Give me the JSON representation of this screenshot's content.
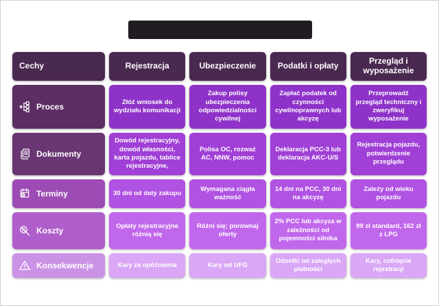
{
  "chart_data": {
    "type": "table",
    "columns": [
      "Cechy",
      "Rejestracja",
      "Ubezpieczenie",
      "Podatki i opłaty",
      "Przegląd i wyposażenie"
    ],
    "rows": [
      {
        "label": "Proces",
        "icon": "process-flow-icon",
        "cells": [
          "Złóż wniosek do wydziału komunikacji",
          "Zakup polisy ubezpieczenia odpowiedzialności cywilnej",
          "Zapłać podatek od czynności cywilnoprawnych lub akcyzę",
          "Przeprowadź przegląd techniczny i zweryfikuj wyposażenie"
        ]
      },
      {
        "label": "Dokumenty",
        "icon": "documents-icon",
        "cells": [
          "Dowód rejestracyjny, dowód własności, karta pojazdu, tablice rejestracyjne,",
          "Polisa OC, rozważ AC, NNW, pomoc",
          "Deklaracja PCC-3 lub deklaracja AKC-U/S",
          "Rejestracja pojazdu, potwierdzenie przeglądu"
        ]
      },
      {
        "label": "Terminy",
        "icon": "calendar-clock-icon",
        "cells": [
          "30 dni od daty zakupu",
          "Wymagana ciągła ważność",
          "14 dni na PCC, 30 dni na akcyzę",
          "Zależy od wieku pojazdu"
        ]
      },
      {
        "label": "Koszty",
        "icon": "magnifier-percent-icon",
        "cells": [
          "Opłaty rejestracyjne różnią się",
          "Różni się; porównaj oferty",
          "2% PCC lub akcyza w zależności od pojemności silnika",
          "99 zł standard, 162 zł z LPG"
        ]
      },
      {
        "label": "Konsekwencje",
        "icon": "warning-icon",
        "cells": [
          "Kary za opóźnienia",
          "Kary od UFG",
          "Odsetki od zaległych płatności",
          "Kary, cofnięcie rejestracji"
        ]
      }
    ]
  },
  "theme": {
    "background": "#ffffff",
    "text_color": "#ffffff",
    "title_bar_bg": "#201c22",
    "header_bg": "#4a2950",
    "label_bg": [
      "#5c2e63",
      "#693573",
      "#9d4bb5",
      "#b05ecb",
      "#cb93e6"
    ],
    "cell_bg": [
      "#8e32c9",
      "#a040d6",
      "#b052e2",
      "#c167ec",
      "#d9a7f5"
    ]
  }
}
